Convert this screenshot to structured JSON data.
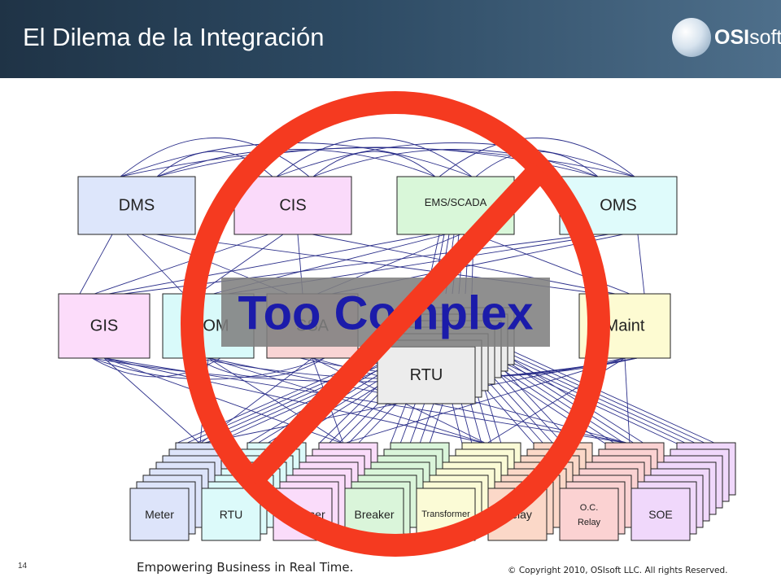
{
  "slide": {
    "title": "El Dilema de la Integración",
    "page_number": "14",
    "tagline": "Empowering Business in Real Time.",
    "copyright": "© Copyright 2010, OSIsoft LLC. All rights Reserved."
  },
  "logo": {
    "brand_bold": "OSI",
    "brand_light": "soft",
    "mark": "®"
  },
  "diagram": {
    "top_systems": [
      {
        "label": "DMS",
        "color": "#dde6fb"
      },
      {
        "label": "CIS",
        "color": "#fadafa"
      },
      {
        "label": "EMS/SCADA",
        "color": "#d9f7d9"
      },
      {
        "label": "OMS",
        "color": "#dffbfb"
      }
    ],
    "middle_systems": [
      {
        "label": "GIS",
        "color": "#fcdcfa"
      },
      {
        "label": "WOM",
        "color": "#d9fafa"
      },
      {
        "label": "SSA",
        "color": "#f9d4d4"
      },
      {
        "label": "Maint",
        "color": "#fdfbd2"
      }
    ],
    "rtu_label": "RTU",
    "devices": [
      {
        "label": "Meter",
        "color": "#dde4fa"
      },
      {
        "label": "RTU",
        "color": "#dcfafa"
      },
      {
        "label": "Recloser",
        "color": "#fadcfa"
      },
      {
        "label": "Breaker",
        "color": "#daf5da"
      },
      {
        "label": "Transformer",
        "color": "#fbfbd6"
      },
      {
        "label": "Relay",
        "color": "#fbd8c8"
      },
      {
        "label": "O.C. Relay",
        "color": "#fbd2d2"
      },
      {
        "label": "SOE",
        "color": "#f0d8fb"
      }
    ],
    "banner_text": "Too Complex",
    "colors": {
      "line": "#2b2f8a",
      "prohibition": "#f53a20",
      "banner_bg": "#7f7f7f",
      "banner_text": "#1b1baa"
    }
  }
}
